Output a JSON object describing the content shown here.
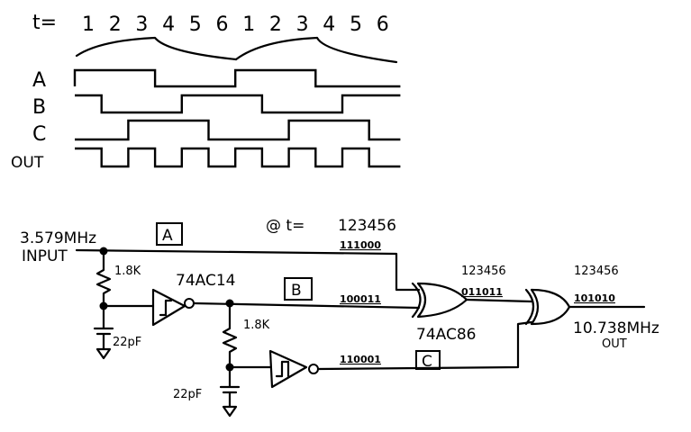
{
  "timing": {
    "t_label": "t=",
    "ticks": [
      "1",
      "2",
      "3",
      "4",
      "5",
      "6",
      "1",
      "2",
      "3",
      "4",
      "5",
      "6"
    ],
    "signals": [
      {
        "name": "A",
        "levels": [
          1,
          1,
          1,
          0,
          0,
          0,
          1,
          1,
          1,
          0,
          0,
          0
        ]
      },
      {
        "name": "B",
        "levels": [
          1,
          0,
          0,
          0,
          1,
          1,
          1,
          0,
          0,
          0,
          1,
          1
        ]
      },
      {
        "name": "C",
        "levels": [
          0,
          0,
          1,
          1,
          1,
          0,
          0,
          0,
          1,
          1,
          1,
          0
        ]
      },
      {
        "name": "OUT",
        "levels": [
          1,
          0,
          1,
          0,
          1,
          0,
          1,
          0,
          1,
          0,
          1,
          0
        ]
      }
    ]
  },
  "circuit": {
    "input_freq": "3.579MHz",
    "input_label": "INPUT",
    "at_t_label": "@ t=",
    "seq_header": "123456",
    "node_a": {
      "label": "A",
      "bits": "111000"
    },
    "node_b": {
      "label": "B",
      "bits": "100011"
    },
    "node_c": {
      "label": "C",
      "bits": "110001"
    },
    "xor1_bits_header": "123456",
    "xor1_bits": "011011",
    "out_bits_header": "123456",
    "out_bits": "101010",
    "resistor1": "1.8K",
    "resistor2": "1.8K",
    "cap1": "22pF",
    "cap2": "22pF",
    "inverter_part": "74AC14",
    "xor_part": "74AC86",
    "output_freq": "10.738MHz",
    "output_label": "OUT"
  }
}
